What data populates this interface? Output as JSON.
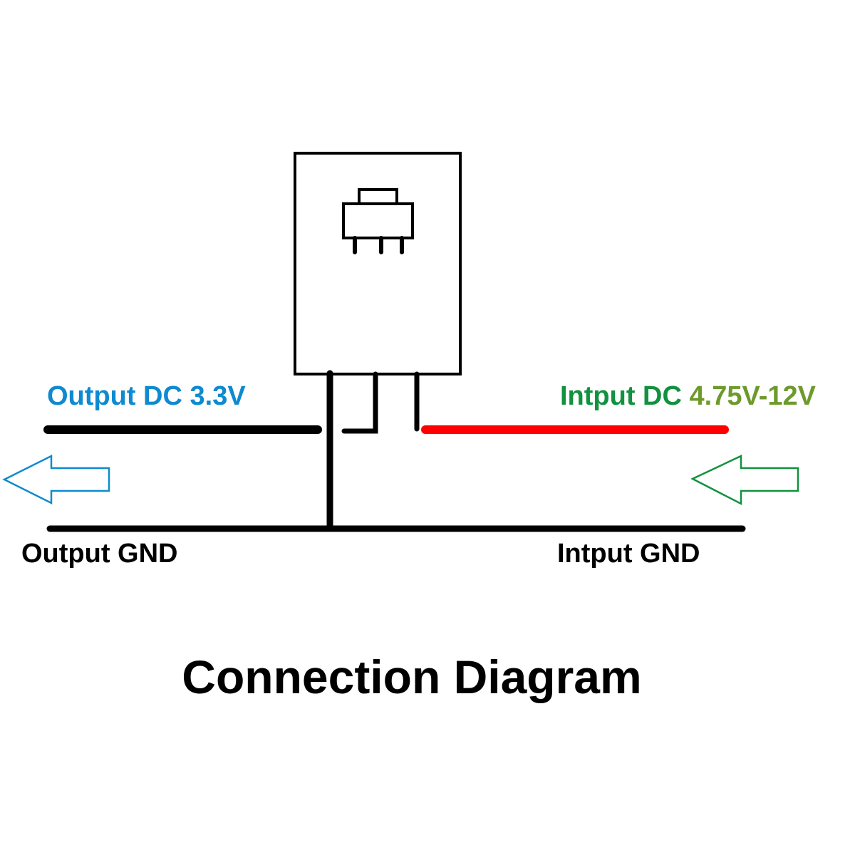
{
  "diagram": {
    "title": "Connection Diagram",
    "module": {
      "name": "voltage regulator module",
      "component_icon": "sot-223-regulator-icon",
      "pins": 3
    },
    "labels": {
      "output_dc": "Output DC 3.3V",
      "input_dc_prefix": "Intput DC",
      "input_dc_range": "4.75V-12V",
      "output_gnd": "Output GND",
      "input_gnd": "Intput GND"
    },
    "arrows": [
      {
        "name": "output-arrow",
        "direction": "left",
        "color": "#0e8ad0"
      },
      {
        "name": "input-arrow",
        "direction": "left",
        "color": "#12913f"
      }
    ],
    "wires": [
      {
        "name": "output-dc-wire",
        "color": "#000000"
      },
      {
        "name": "input-dc-wire",
        "color": "#ff0000"
      },
      {
        "name": "gnd-wire",
        "color": "#000000"
      }
    ],
    "colors": {
      "output": "#0e8ad0",
      "input_label": "#12913f",
      "input_range": "#6e9a2c",
      "input_wire": "#ff0000",
      "wire": "#000000"
    }
  }
}
